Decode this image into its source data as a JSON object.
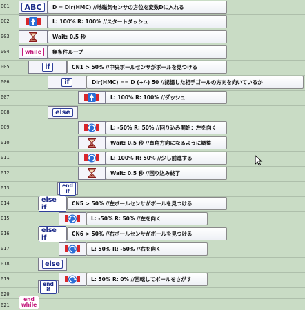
{
  "row_numbers": [
    "001",
    "002",
    "003",
    "004",
    "005",
    "006",
    "007",
    "008",
    "009",
    "010",
    "011",
    "012",
    "013",
    "014",
    "015",
    "016",
    "017",
    "018",
    "019",
    "020",
    "021"
  ],
  "keywords": {
    "abc": "ABC",
    "while": "while",
    "if": "if",
    "else": "else",
    "else_if": "else if",
    "end": "end",
    "end_if": "if",
    "end_while": "while"
  },
  "commands": [
    {
      "text": "D = Dir(HMC)  //地磁気センサの方位を変数Dに入れる"
    },
    {
      "text": "L: 100%  R: 100%  //スタートダッシュ"
    },
    {
      "text": "Wait: 0.5 秒"
    },
    {
      "text": "無条件ループ"
    },
    {
      "text": "CN1 > 50%  //中央ボールセンサがボールを見つける"
    },
    {
      "text": "Dir(HMC) == D (+/-) 50  //記憶した相手ゴールの方向を向いているか"
    },
    {
      "text": "L: 100%  R: 100%  //ダッシュ"
    },
    {
      "text": "L: -50%  R:  50%  //回り込み開始：左を向く"
    },
    {
      "text": "Wait: 0.5 秒  //直角方向になるように調整"
    },
    {
      "text": "L: 100%  R:  50%  //少し前進する"
    },
    {
      "text": "Wait: 0.5 秒  //回り込み終了"
    },
    {
      "text": "CN5 > 50%  //左ボールセンサがボールを見つける"
    },
    {
      "text": "L: -50%  R:  50%  //左を向く"
    },
    {
      "text": "CN6 > 50%  //右ボールセンサがボールを見つける"
    },
    {
      "text": "L:  50%  R: -50%  //右を向く"
    },
    {
      "text": "L:  50%  R:   0%  //回転してボールをさがす"
    }
  ],
  "colors": {
    "background": "#c9dcc5",
    "keyword_blue": "#1d2c8a",
    "keyword_pink": "#c2187b",
    "motor_blue": "#2b6fd6",
    "motor_red": "#d8262c",
    "hourglass": "#8b1a1a"
  },
  "icons": [
    "motor-icon",
    "hourglass-icon",
    "rotate-icon"
  ]
}
